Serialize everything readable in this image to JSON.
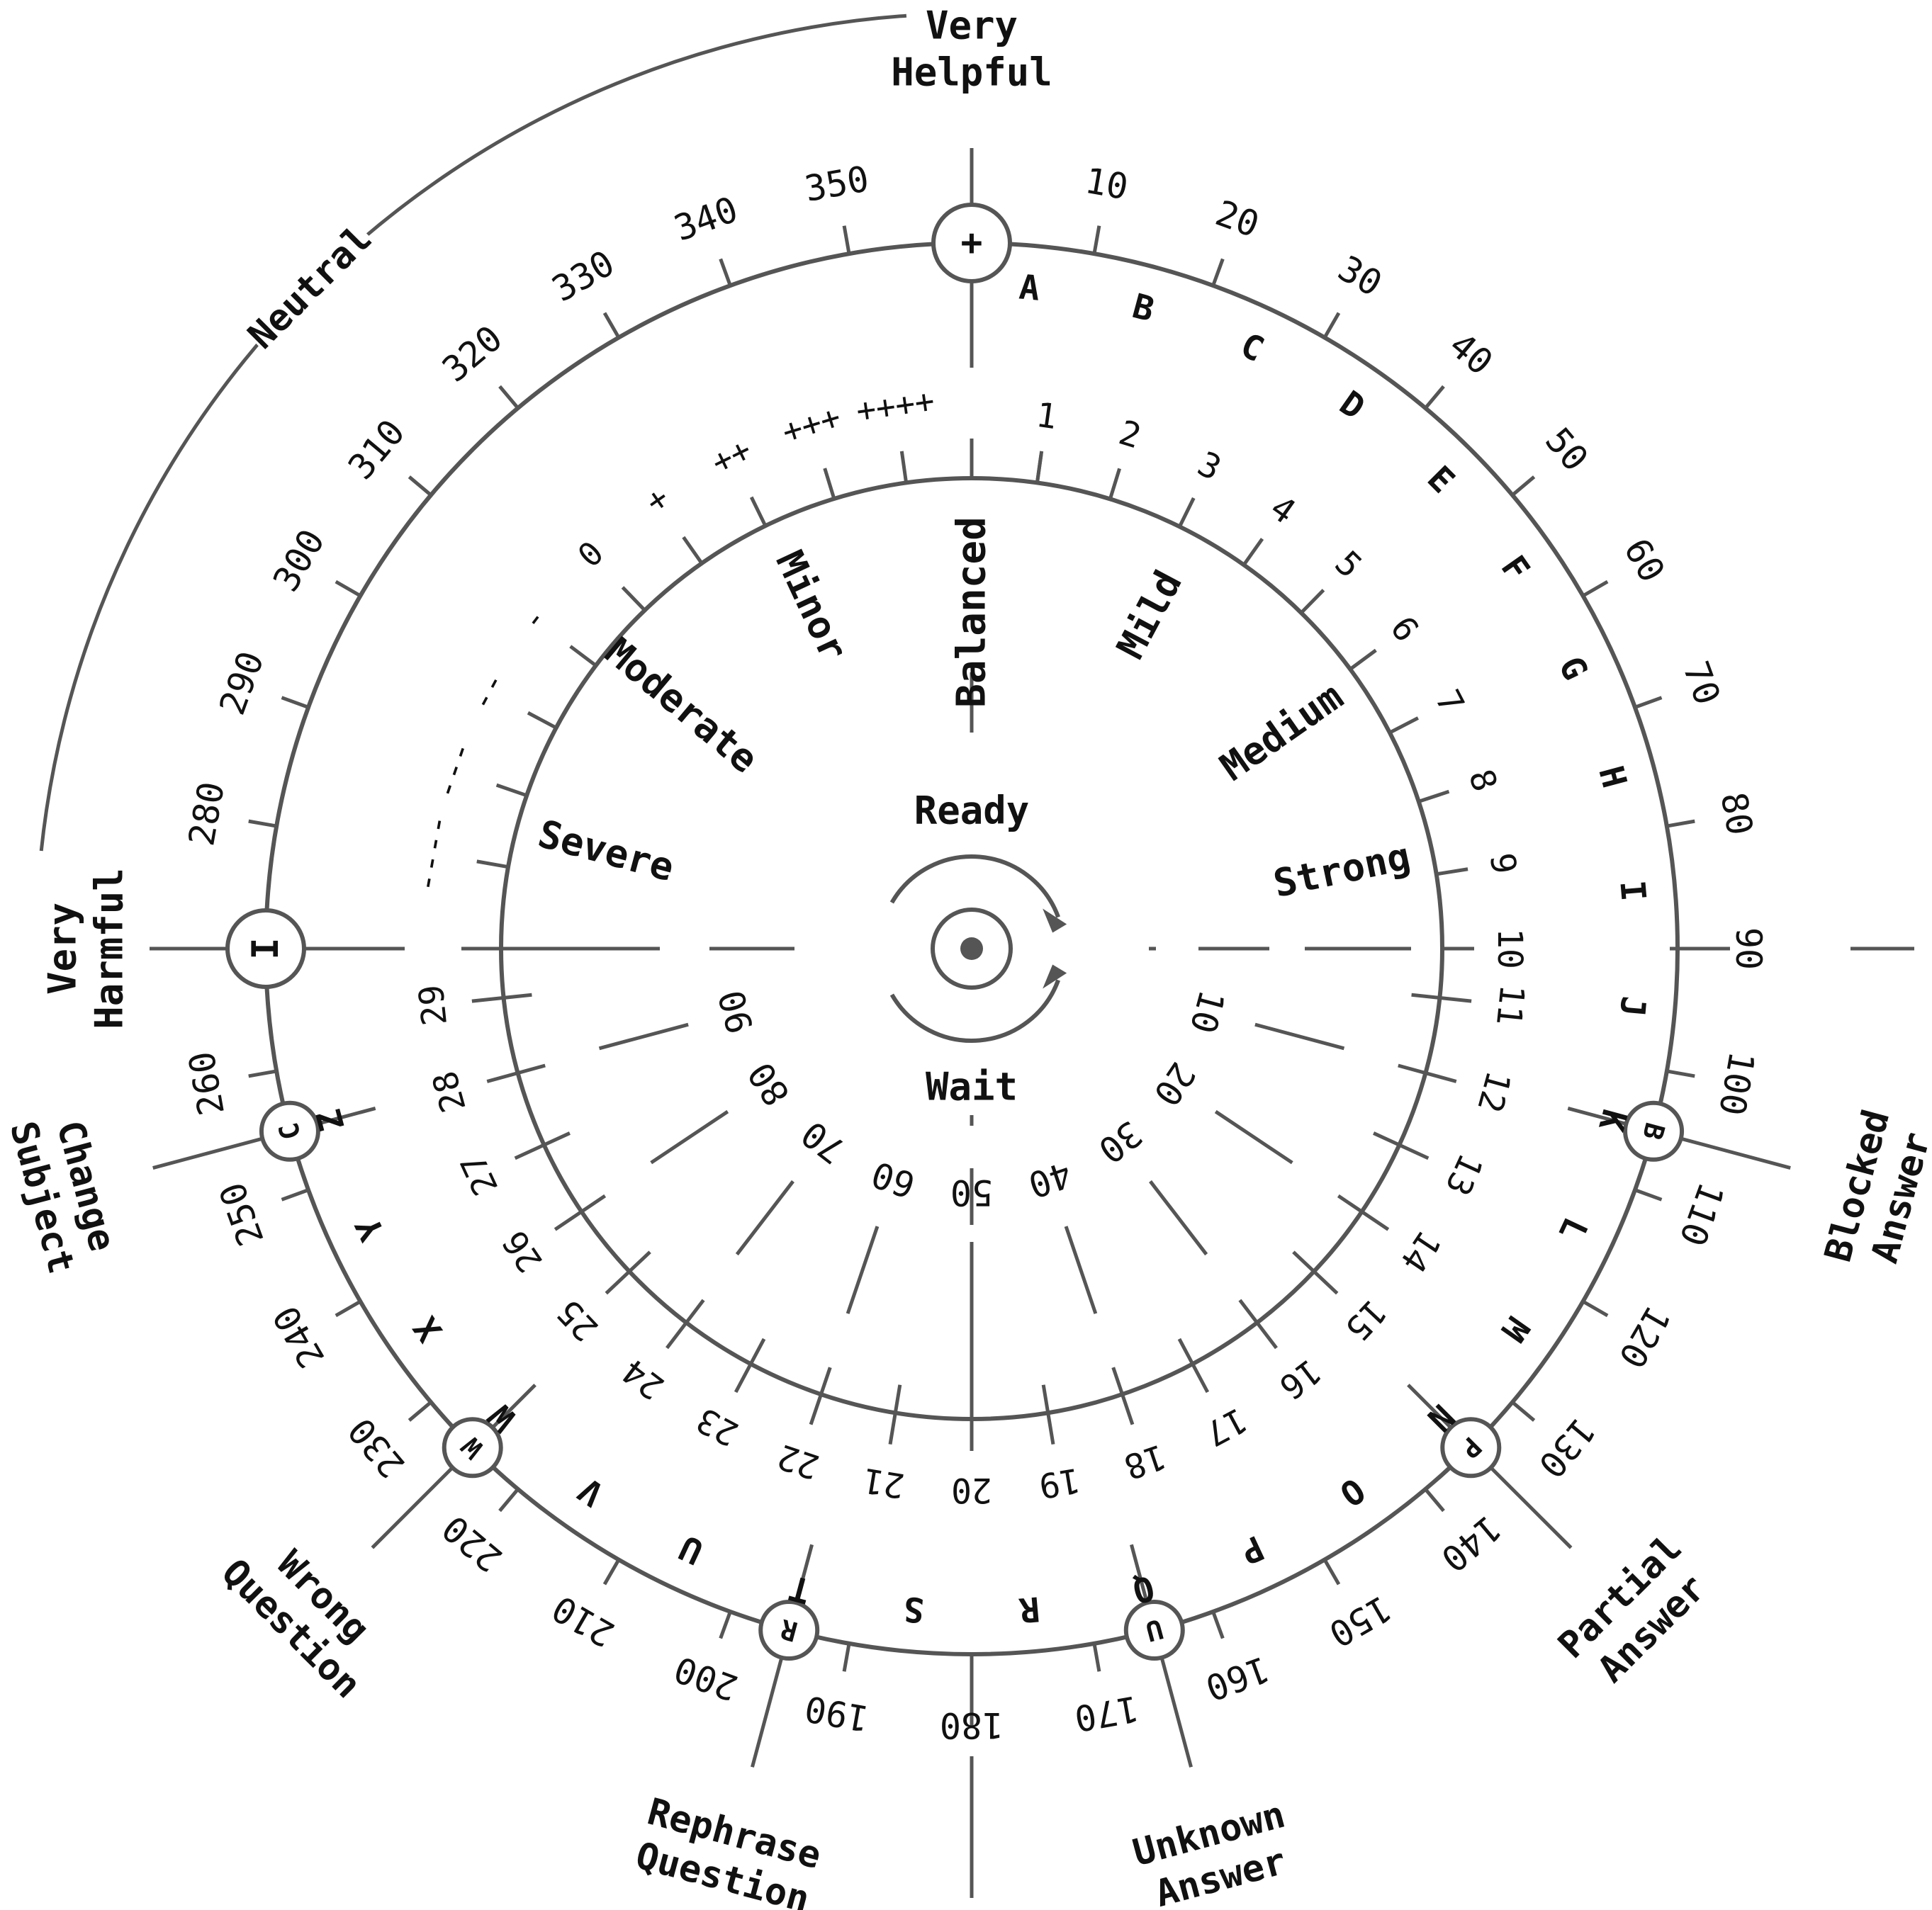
{
  "colors": {
    "line": "#555555",
    "text": "#111111",
    "background": "#ffffff"
  },
  "poles": {
    "top": {
      "title": [
        "Very",
        "Helpful"
      ],
      "symbol": "+"
    },
    "left": {
      "title": [
        "Very",
        "Harmful"
      ],
      "symbol": "I"
    },
    "neutral": "Neutral"
  },
  "outer_ring": {
    "degrees": [
      "10",
      "20",
      "30",
      "40",
      "50",
      "60",
      "70",
      "80",
      "90",
      "100",
      "110",
      "120",
      "130",
      "140",
      "150",
      "160",
      "170",
      "180",
      "190",
      "200",
      "210",
      "220",
      "230",
      "240",
      "250",
      "260",
      "280",
      "290",
      "300",
      "310",
      "320",
      "330",
      "340",
      "350"
    ],
    "letters": [
      "A",
      "B",
      "C",
      "D",
      "E",
      "F",
      "G",
      "H",
      "I",
      "J",
      "K",
      "L",
      "M",
      "N",
      "O",
      "P",
      "Q",
      "R",
      "S",
      "T",
      "U",
      "V",
      "W",
      "X",
      "Y",
      "Z"
    ]
  },
  "markers": [
    {
      "symbol": "B",
      "label": [
        "Blocked",
        "Answer"
      ]
    },
    {
      "symbol": "P",
      "label": [
        "Partial",
        "Answer"
      ]
    },
    {
      "symbol": "U",
      "label": [
        "Unknown",
        "Answer"
      ]
    },
    {
      "symbol": "R",
      "label": [
        "Rephrase",
        "Question"
      ]
    },
    {
      "symbol": "W",
      "label": [
        "Wrong",
        "Question"
      ]
    },
    {
      "symbol": "C",
      "label": [
        "Change",
        "Subject"
      ]
    }
  ],
  "inner_ring": {
    "right_scale": [
      "1",
      "2",
      "3",
      "4",
      "5",
      "6",
      "7",
      "8",
      "9",
      "10"
    ],
    "right_zones": [
      "Mild",
      "Medium",
      "Strong"
    ],
    "left_scale": [
      "++++",
      "+++",
      "++",
      "+",
      "0",
      "-",
      "--",
      "---",
      "----"
    ],
    "left_zones": [
      "Minor",
      "Moderate",
      "Severe"
    ],
    "top_label": "Balanced",
    "bottom_scale": [
      "11",
      "12",
      "13",
      "14",
      "15",
      "16",
      "17",
      "18",
      "19",
      "20",
      "21",
      "22",
      "23",
      "24",
      "25",
      "26",
      "27",
      "28",
      "29"
    ],
    "bottom_decades": [
      "10",
      "20",
      "30",
      "40",
      "50",
      "60",
      "70",
      "80",
      "90"
    ]
  },
  "center": {
    "ready": "Ready",
    "wait": "Wait"
  }
}
